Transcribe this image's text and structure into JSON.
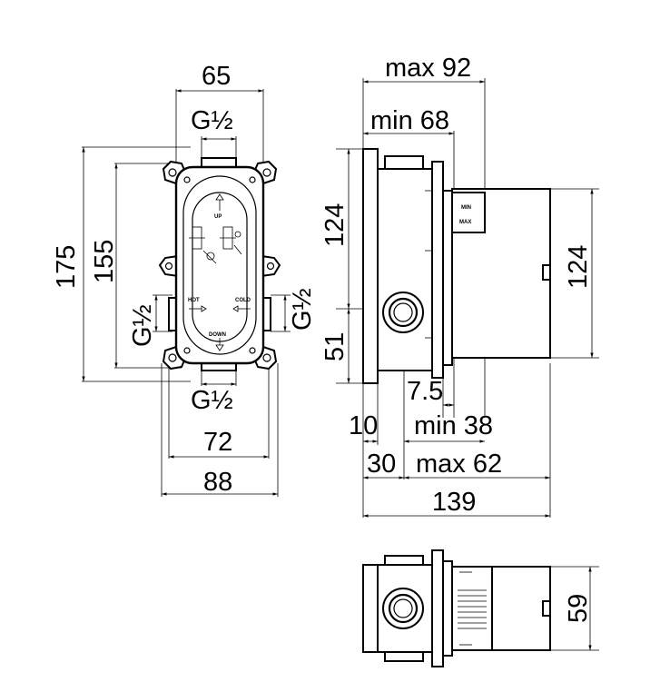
{
  "front_view": {
    "width_top": "65",
    "thread_top": "G½",
    "height_outer": "175",
    "height_inner": "155",
    "thread_left": "G½",
    "thread_right": "G½",
    "thread_bottom": "G½",
    "width_inner": "72",
    "width_outer": "88",
    "label_up": "UP",
    "label_down": "DOWN",
    "label_hot": "HOT",
    "label_cold": "COLD"
  },
  "side_view": {
    "max_depth": "max 92",
    "min_depth": "min 68",
    "height_upper": "124",
    "height_lower": "51",
    "height_right": "124",
    "dim_7_5": "7.5",
    "dim_10": "10",
    "dim_min38": "min 38",
    "dim_30": "30",
    "dim_max62": "max 62",
    "dim_total": "139",
    "label_min": "MIN",
    "label_max": "MAX"
  },
  "top_view": {
    "height": "59"
  }
}
